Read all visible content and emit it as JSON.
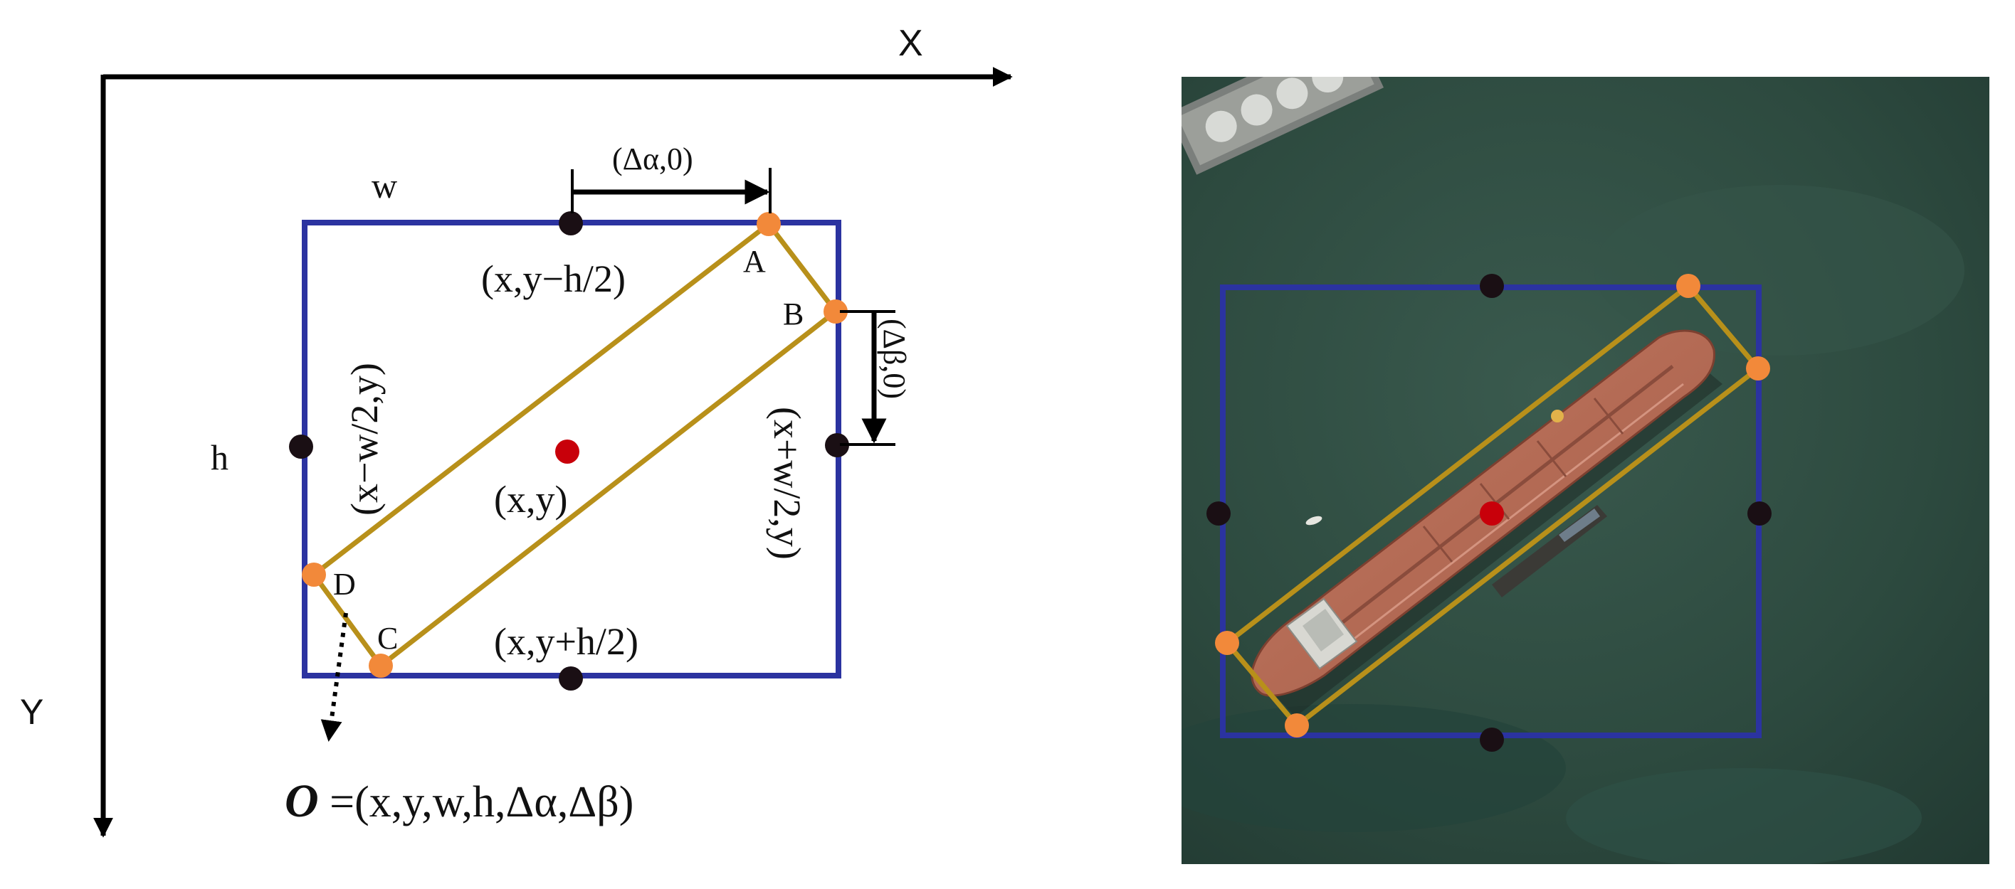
{
  "axes": {
    "x_label": "X",
    "y_label": "Y"
  },
  "box_labels": {
    "w": "w",
    "h": "h",
    "top_mid": "(x,y−h/2)",
    "bottom_mid": "(x,y+h/2)",
    "left_mid": "(x−w/2,y)",
    "right_mid": "(x+w/2,y)",
    "center": "(x,y)",
    "delta_alpha": "(Δα,0)",
    "delta_beta": "(Δβ,0)"
  },
  "vertices": {
    "A": "A",
    "B": "B",
    "C": "C",
    "D": "D"
  },
  "formula": {
    "symbol": "O",
    "rest": " =(x,y,w,h,Δα,Δβ)"
  },
  "colors": {
    "box": "#2b33a0",
    "oriented_box": "#b8901a",
    "vertex": "#f2893a",
    "midpoint": "#1a0f14",
    "center": "#c8000a",
    "water": "#2c463d",
    "ship_hull": "#b86a55"
  },
  "photo": {
    "subject": "aerial image of oil tanker at sea"
  }
}
